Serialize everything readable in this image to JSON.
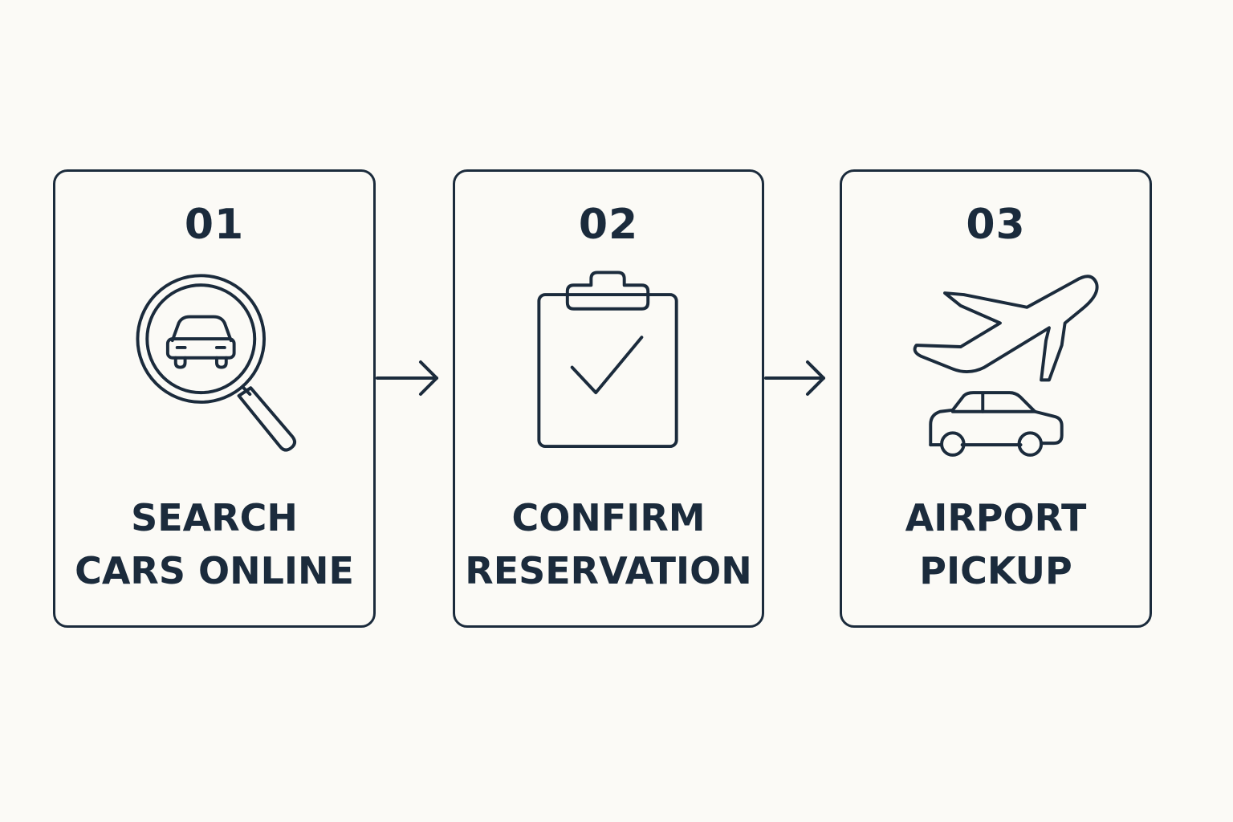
{
  "colors": {
    "background": "#fbfaf6",
    "ink": "#1b2b3c"
  },
  "steps": [
    {
      "number": "01",
      "label_lines": [
        "SEARCH",
        "CARS ONLINE"
      ],
      "icon": "magnifier-car-icon"
    },
    {
      "number": "02",
      "label_lines": [
        "CONFIRM",
        "RESERVATION"
      ],
      "icon": "clipboard-check-icon"
    },
    {
      "number": "03",
      "label_lines": [
        "AIRPORT",
        "PICKUP"
      ],
      "icon": "airplane-car-icon"
    }
  ],
  "connectors": [
    "arrow-right-icon",
    "arrow-right-icon"
  ]
}
